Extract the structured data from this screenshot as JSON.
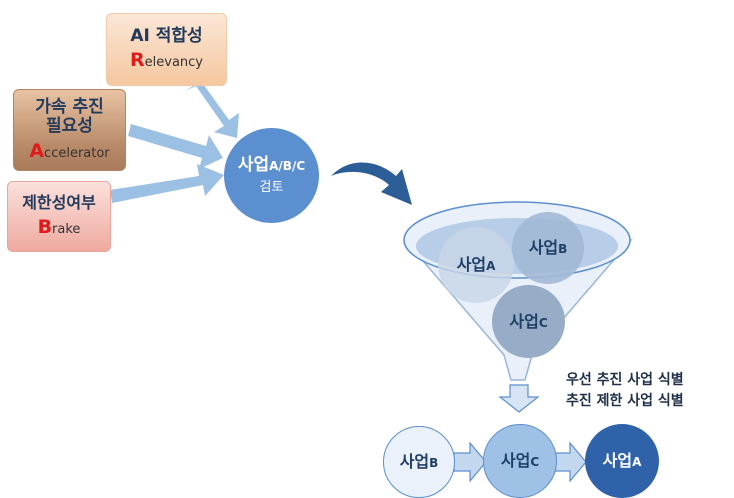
{
  "inputs": {
    "relevancy": {
      "title": "AI 적합성",
      "lead": "R",
      "rest": "elevancy"
    },
    "accelerator": {
      "title": "가속 추진 필요성",
      "lead": "A",
      "rest": "ccelerator"
    },
    "brake": {
      "title": "제한성여부",
      "lead": "B",
      "rest": "rake"
    }
  },
  "review": {
    "main": "사업",
    "suffix": "A/B/C",
    "sub": "검토"
  },
  "funnel": {
    "a": {
      "label": "사업",
      "suffix": "A"
    },
    "b": {
      "label": "사업",
      "suffix": "B"
    },
    "c": {
      "label": "사업",
      "suffix": "C"
    }
  },
  "outcome": {
    "line1": "우선 추진 사업 식별",
    "line2": "추진 제한 사업 식별"
  },
  "sequence": {
    "first": {
      "label": "사업",
      "suffix": "B"
    },
    "second": {
      "label": "사업",
      "suffix": "C"
    },
    "third": {
      "label": "사업",
      "suffix": "A"
    }
  },
  "colors": {
    "accent_red": "#e01b1b",
    "primary_blue": "#5b8fcf",
    "dark_blue": "#2f62a8"
  }
}
